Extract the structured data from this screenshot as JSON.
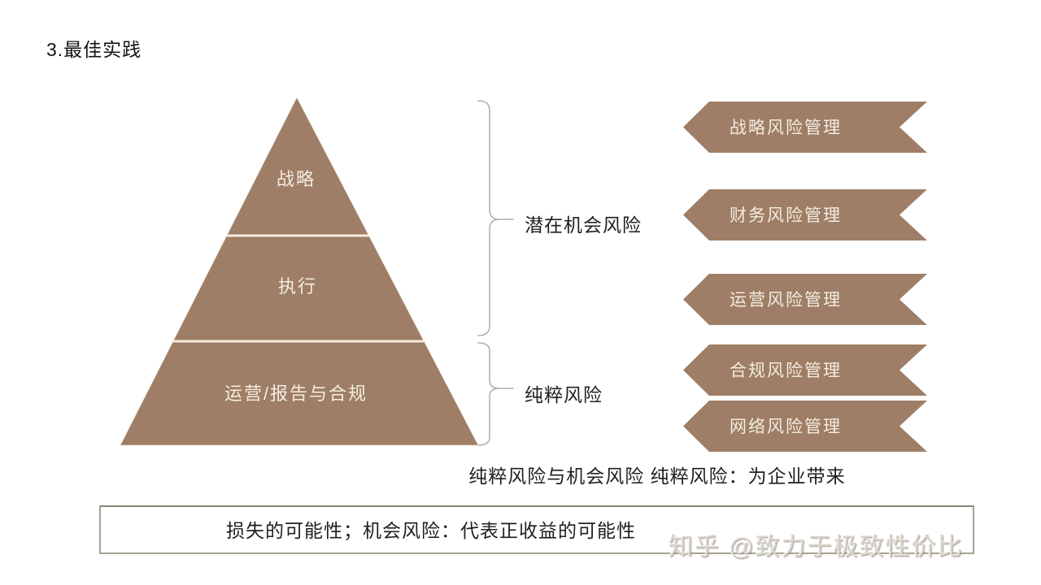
{
  "page": {
    "title": "3.最佳实践"
  },
  "pyramid": {
    "levels": [
      {
        "label": "战略"
      },
      {
        "label": "执行"
      },
      {
        "label": "运营/报告与合规"
      }
    ]
  },
  "brackets": [
    {
      "label": "潜在机会风险"
    },
    {
      "label": "纯粹风险"
    }
  ],
  "banners": [
    {
      "label": "战略风险管理"
    },
    {
      "label": "财务风险管理"
    },
    {
      "label": "运营风险管理"
    },
    {
      "label": "合规风险管理"
    },
    {
      "label": "网络风险管理"
    }
  ],
  "notes": {
    "line1": "纯粹风险与机会风险 纯粹风险：为企业带来",
    "box_text": "损失的可能性；机会风险：代表正收益的可能性"
  },
  "watermark": "知乎 @致力于极致性价比",
  "colors": {
    "shape_fill": "#9e7e66",
    "divider": "#f6ecdf",
    "brace": "#b5ada3"
  }
}
